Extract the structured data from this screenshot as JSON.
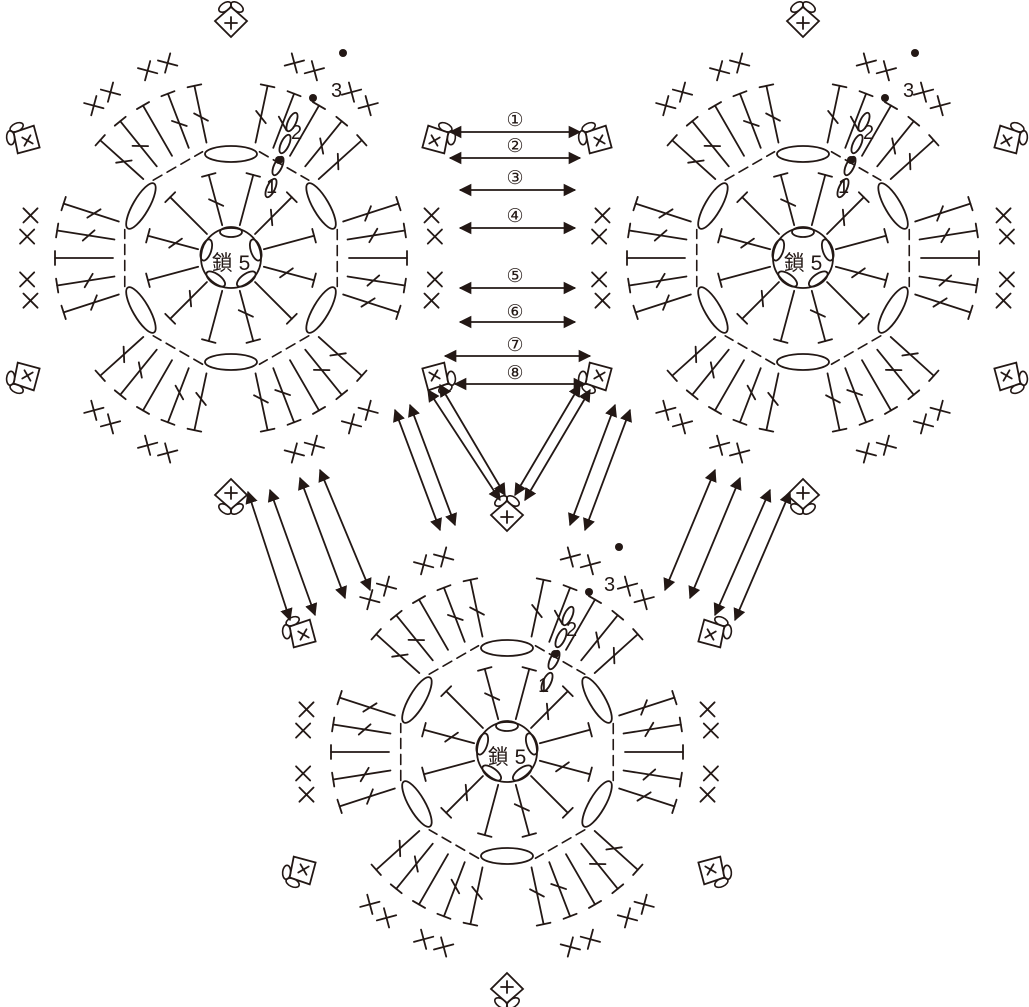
{
  "center_ring_label": "鎖 5",
  "round_labels": [
    "1",
    "2",
    "3"
  ],
  "join_step_labels": [
    "①",
    "②",
    "③",
    "④",
    "⑤",
    "⑥",
    "⑦",
    "⑧"
  ],
  "colors": {
    "ink": "#231815",
    "background": "#ffffff"
  },
  "motifs": [
    {
      "id": "motif-top-left"
    },
    {
      "id": "motif-top-right"
    },
    {
      "id": "motif-bottom"
    }
  ]
}
